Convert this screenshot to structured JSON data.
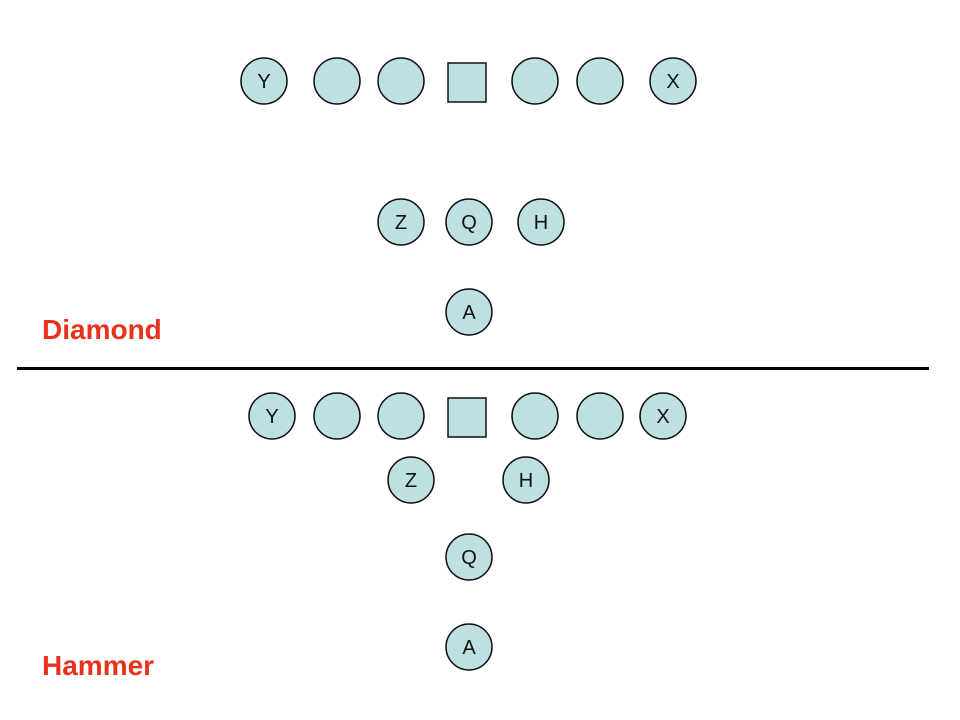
{
  "colors": {
    "player_fill": "#bfe0e3",
    "outline": "#111111",
    "title_color": "#e8321c",
    "divider": "#000000"
  },
  "diamond": {
    "title": "Diamond",
    "line": [
      {
        "label": "Y",
        "shape": "circle"
      },
      {
        "label": "",
        "shape": "circle"
      },
      {
        "label": "",
        "shape": "circle"
      },
      {
        "label": "",
        "shape": "square"
      },
      {
        "label": "",
        "shape": "circle"
      },
      {
        "label": "",
        "shape": "circle"
      },
      {
        "label": "X",
        "shape": "circle"
      }
    ],
    "backfield": [
      {
        "label": "Z"
      },
      {
        "label": "Q"
      },
      {
        "label": "H"
      },
      {
        "label": "A"
      }
    ]
  },
  "hammer": {
    "title": "Hammer",
    "line": [
      {
        "label": "Y",
        "shape": "circle"
      },
      {
        "label": "",
        "shape": "circle"
      },
      {
        "label": "",
        "shape": "circle"
      },
      {
        "label": "",
        "shape": "square"
      },
      {
        "label": "",
        "shape": "circle"
      },
      {
        "label": "",
        "shape": "circle"
      },
      {
        "label": "X",
        "shape": "circle"
      }
    ],
    "backfield": [
      {
        "label": "Z"
      },
      {
        "label": "H"
      },
      {
        "label": "Q"
      },
      {
        "label": "A"
      }
    ]
  }
}
